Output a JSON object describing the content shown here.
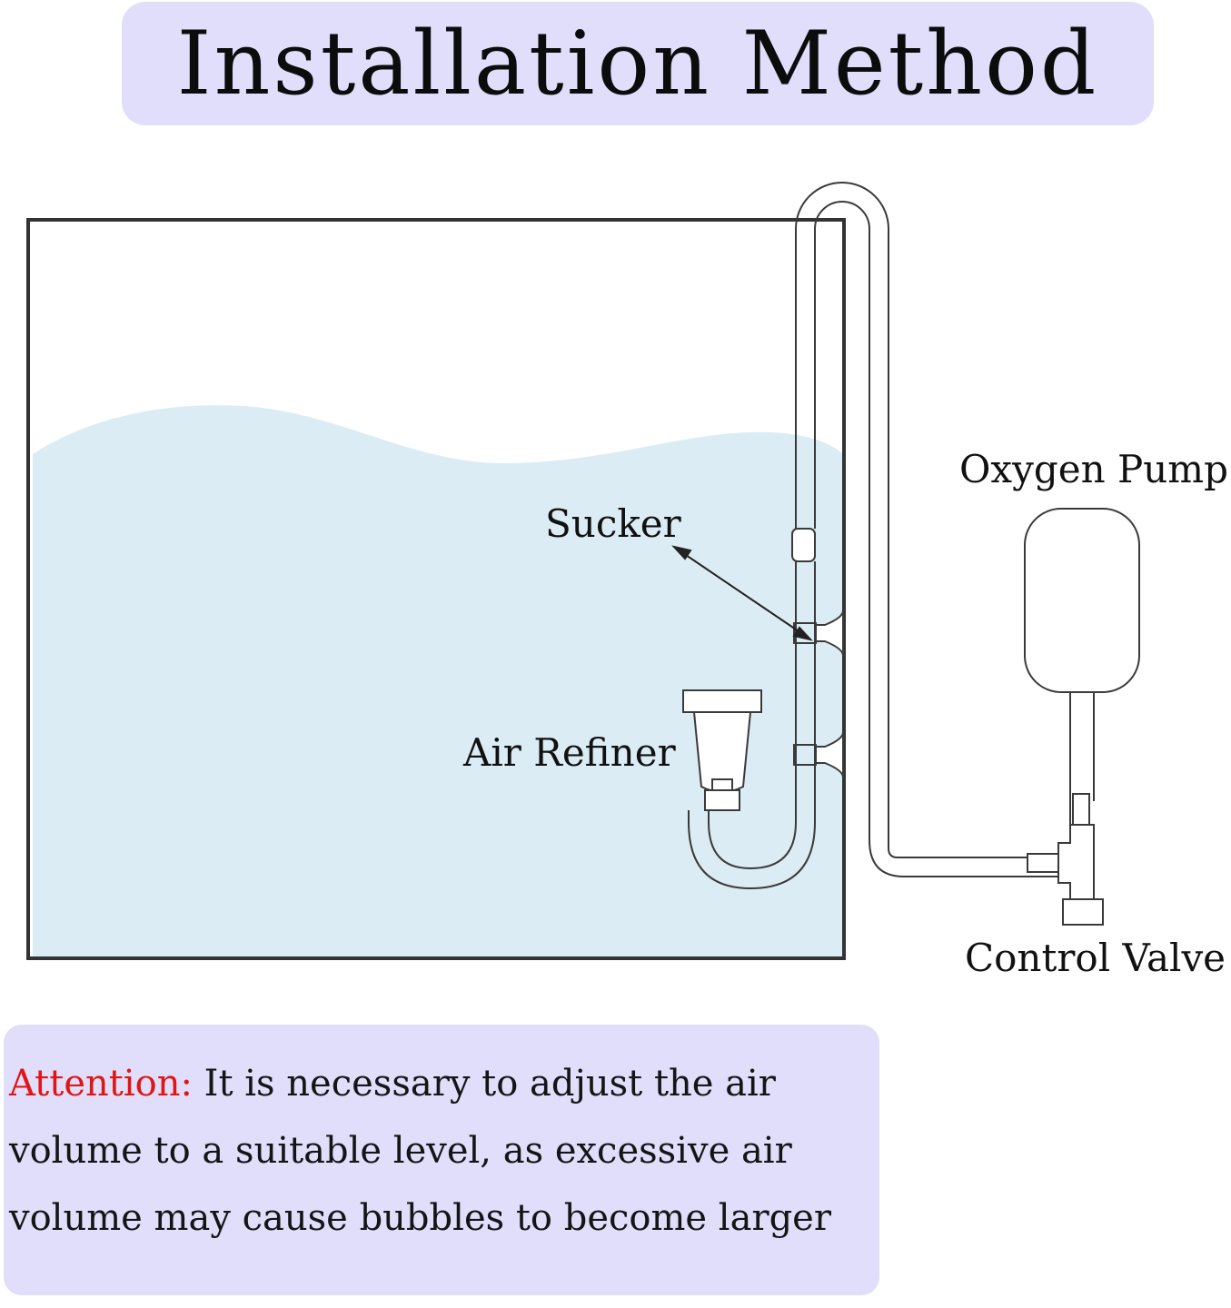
{
  "title": "Installation Method",
  "labels": {
    "oxygen_pump": "Oxygen Pump",
    "sucker": "Sucker",
    "air_refiner": "Air Refiner",
    "control_valve": "Control Valve"
  },
  "attention": {
    "label": "Attention:",
    "text": " It is necessary to adjust the air volume to a suitable level, as excessive air volume may cause bubbles to become larger"
  },
  "colors": {
    "banner": "#e0defb",
    "water": "#dcecf5",
    "attention_label": "#e01616"
  }
}
